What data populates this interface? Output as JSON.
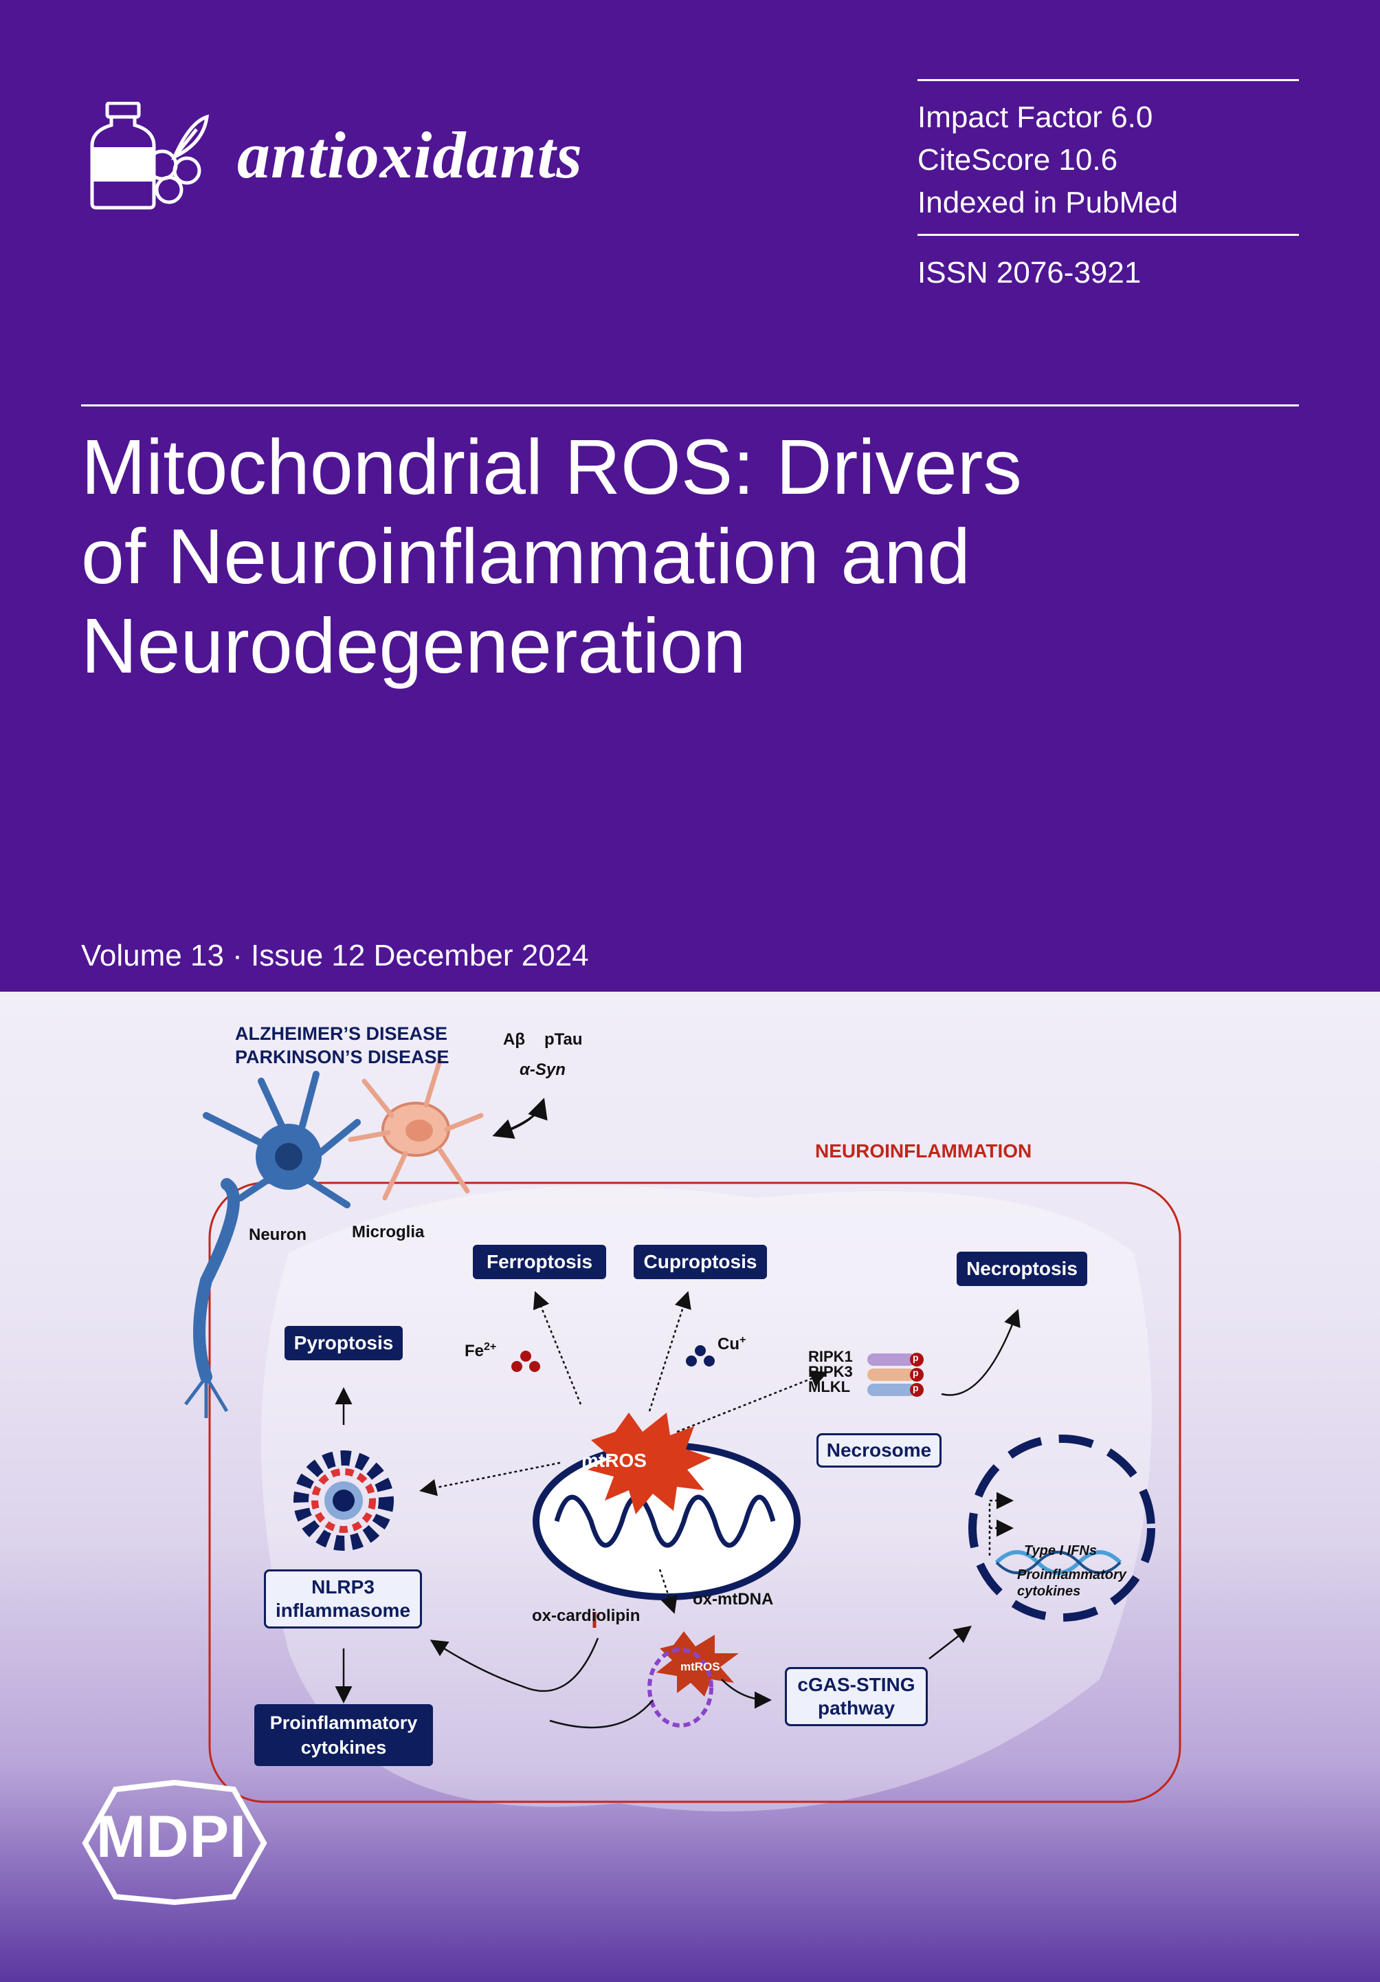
{
  "journal": {
    "name": "antioxidants",
    "publisher": "MDPI"
  },
  "metrics": {
    "impact_factor": "Impact Factor 6.0",
    "citescore": "CiteScore 10.6",
    "indexed": "Indexed in PubMed",
    "issn": "ISSN 2076-3921"
  },
  "cover_title": {
    "line1": "Mitochondrial ROS: Drivers",
    "line2": "of Neuroinflammation and",
    "line3": "Neurodegeneration"
  },
  "issue_line": "Volume 13 · Issue 12 December 2024",
  "figure": {
    "diseases": [
      "ALZHEIMER’S DISEASE",
      "PARKINSON’S DISEASE"
    ],
    "aggregates": {
      "abeta": "Aβ",
      "ptau": "pTau",
      "asyn": "α-Syn"
    },
    "cells": {
      "neuron": "Neuron",
      "microglia": "Microglia"
    },
    "heading": "NEUROINFLAMMATION",
    "boxes": {
      "ferroptosis": "Ferroptosis",
      "cuproptosis": "Cuproptosis",
      "necroptosis": "Necroptosis",
      "pyroptosis": "Pyroptosis",
      "necrosome": "Necrosome",
      "nlrp3_1": "NLRP3",
      "nlrp3_2": "inflammasome",
      "cytokines_1": "Proinflammatory",
      "cytokines_2": "cytokines",
      "cgas_1": "cGAS-STING",
      "cgas_2": "pathway"
    },
    "ions": {
      "fe": "Fe",
      "fe_sup": "2+",
      "cu": "Cu",
      "cu_sup": "+"
    },
    "kinases": [
      "RIPK1",
      "RIPK3",
      "MLKL"
    ],
    "phospho": "p",
    "mtros": "mtROS",
    "mtros_small": "mtROS",
    "ox_cardiolipin": "ox-cardiolipin",
    "ox_mtdna": "ox-mtDNA",
    "outputs": {
      "ifn": "Type I IFNs",
      "cyt1": "Proinflammatory",
      "cyt2": "cytokines"
    }
  },
  "colors": {
    "brand_purple": "#4f1593",
    "navy": "#0e1d5e",
    "heading_red": "#c2261b"
  }
}
